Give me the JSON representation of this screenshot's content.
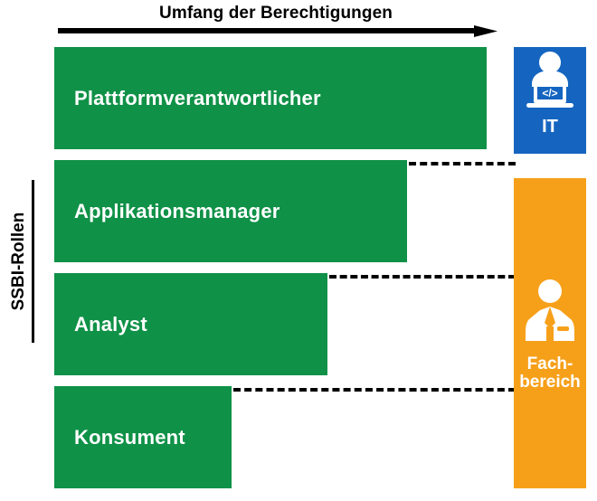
{
  "diagram": {
    "top_axis": {
      "label": "Umfang der Berechtigungen",
      "arrow_icon": "right-arrow-icon"
    },
    "left_axis": {
      "label": "SSBI-Rollen"
    },
    "roles": [
      {
        "label": "Plattformverantwortlicher"
      },
      {
        "label": "Applikationsmanager"
      },
      {
        "label": "Analyst"
      },
      {
        "label": "Konsument"
      }
    ],
    "stakeholders": [
      {
        "label": "IT",
        "icon": "developer-at-laptop-icon",
        "color": "#1565c0"
      },
      {
        "label": "Fach-\nbereich",
        "label_line1": "Fach-",
        "label_line2": "bereich",
        "icon": "business-person-icon",
        "color": "#f6a01a"
      }
    ],
    "colors": {
      "bar": "#0f9147",
      "it": "#1565c0",
      "fachbereich": "#f6a01a",
      "text": "#000000",
      "bar_text": "#ffffff"
    }
  }
}
